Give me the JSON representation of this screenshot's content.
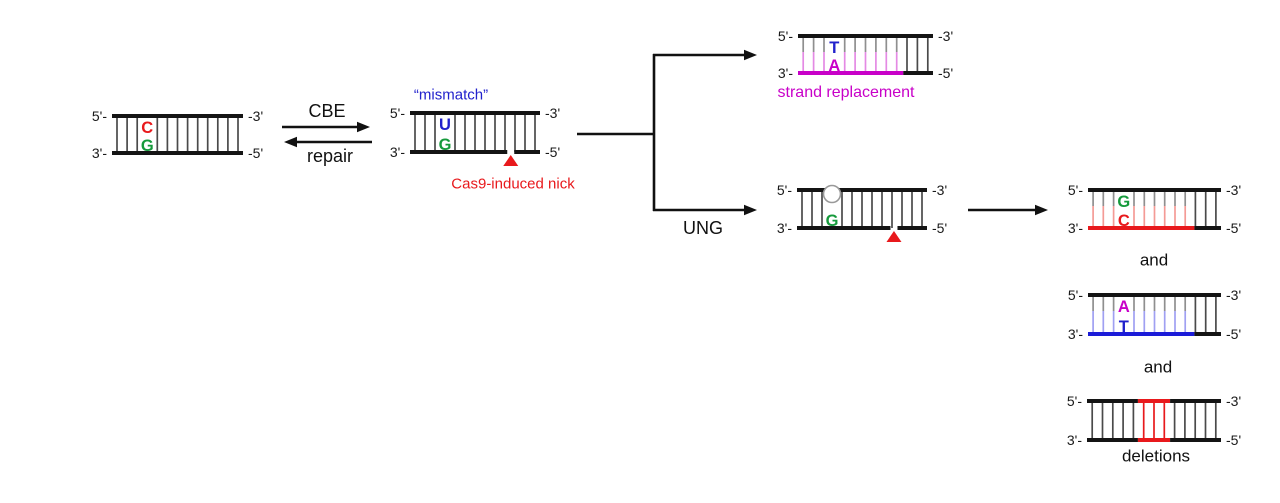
{
  "figure": {
    "description": "Cytosine base editor (CBE) outcome pathways diagram",
    "colors": {
      "strand_black": "#141414",
      "rung_gray": "#4a4a4a",
      "rung_gray_light": "#8f8f8f",
      "red": "#e8191c",
      "red_light": "#f49b96",
      "green": "#169a3c",
      "blue": "#2121cc",
      "blue_strand": "#1b1bd8",
      "blue_light": "#a0a0f2",
      "magenta": "#c800c8",
      "magenta_light": "#e48ae4",
      "abasic_stroke": "#999999",
      "label_black": "#111111"
    },
    "strand_end_labels": {
      "five_top": "5'-",
      "three_top": "-3'",
      "three_bottom": "3'-",
      "five_bottom": "-5'"
    },
    "annotations": {
      "cbe_label": "CBE",
      "repair_label": "repair",
      "ung_label": "UNG",
      "mismatch_label": "“mismatch”",
      "cas9_nick_label": "Cas9-induced nick",
      "strand_replacement_label": "strand replacement",
      "and_label_1": "and",
      "and_label_2": "and",
      "deletions_label": "deletions"
    },
    "duplexes": [
      {
        "id": "original",
        "name": "original C:G duplex",
        "top_base": "C",
        "top_base_color": "red",
        "bottom_base": "G",
        "bottom_base_color": "green"
      },
      {
        "id": "mismatch",
        "name": "U:G mismatch duplex with Cas9-induced nick",
        "top_base": "U",
        "top_base_color": "blue",
        "bottom_base": "G",
        "bottom_base_color": "green",
        "nick": true,
        "nick_marker_color": "red"
      },
      {
        "id": "replacement",
        "name": "T:A duplex after strand replacement",
        "top_base": "T",
        "top_base_color": "blue",
        "bottom_base": "A",
        "bottom_base_color": "magenta",
        "bottom_strand_color": "magenta",
        "rung_lower_color": "magenta_light"
      },
      {
        "id": "ung",
        "name": "abasic-site duplex after UNG excision",
        "abasic_site": true,
        "bottom_base": "G",
        "bottom_base_color": "green",
        "nick": true,
        "nick_marker_color": "red"
      },
      {
        "id": "outcome_gc",
        "name": "G:C edited outcome duplex",
        "top_base": "G",
        "top_base_color": "green",
        "bottom_base": "C",
        "bottom_base_color": "red",
        "bottom_strand_color": "red",
        "rung_lower_color": "red_light"
      },
      {
        "id": "outcome_at",
        "name": "A:T converted outcome duplex",
        "top_base": "A",
        "top_base_color": "magenta",
        "bottom_base": "T",
        "bottom_base_color": "blue",
        "bottom_strand_color": "blue_strand",
        "rung_lower_color": "blue_light"
      },
      {
        "id": "deletions",
        "name": "deletion outcome duplex",
        "deletion_segment": true,
        "deletion_color": "red"
      }
    ]
  }
}
